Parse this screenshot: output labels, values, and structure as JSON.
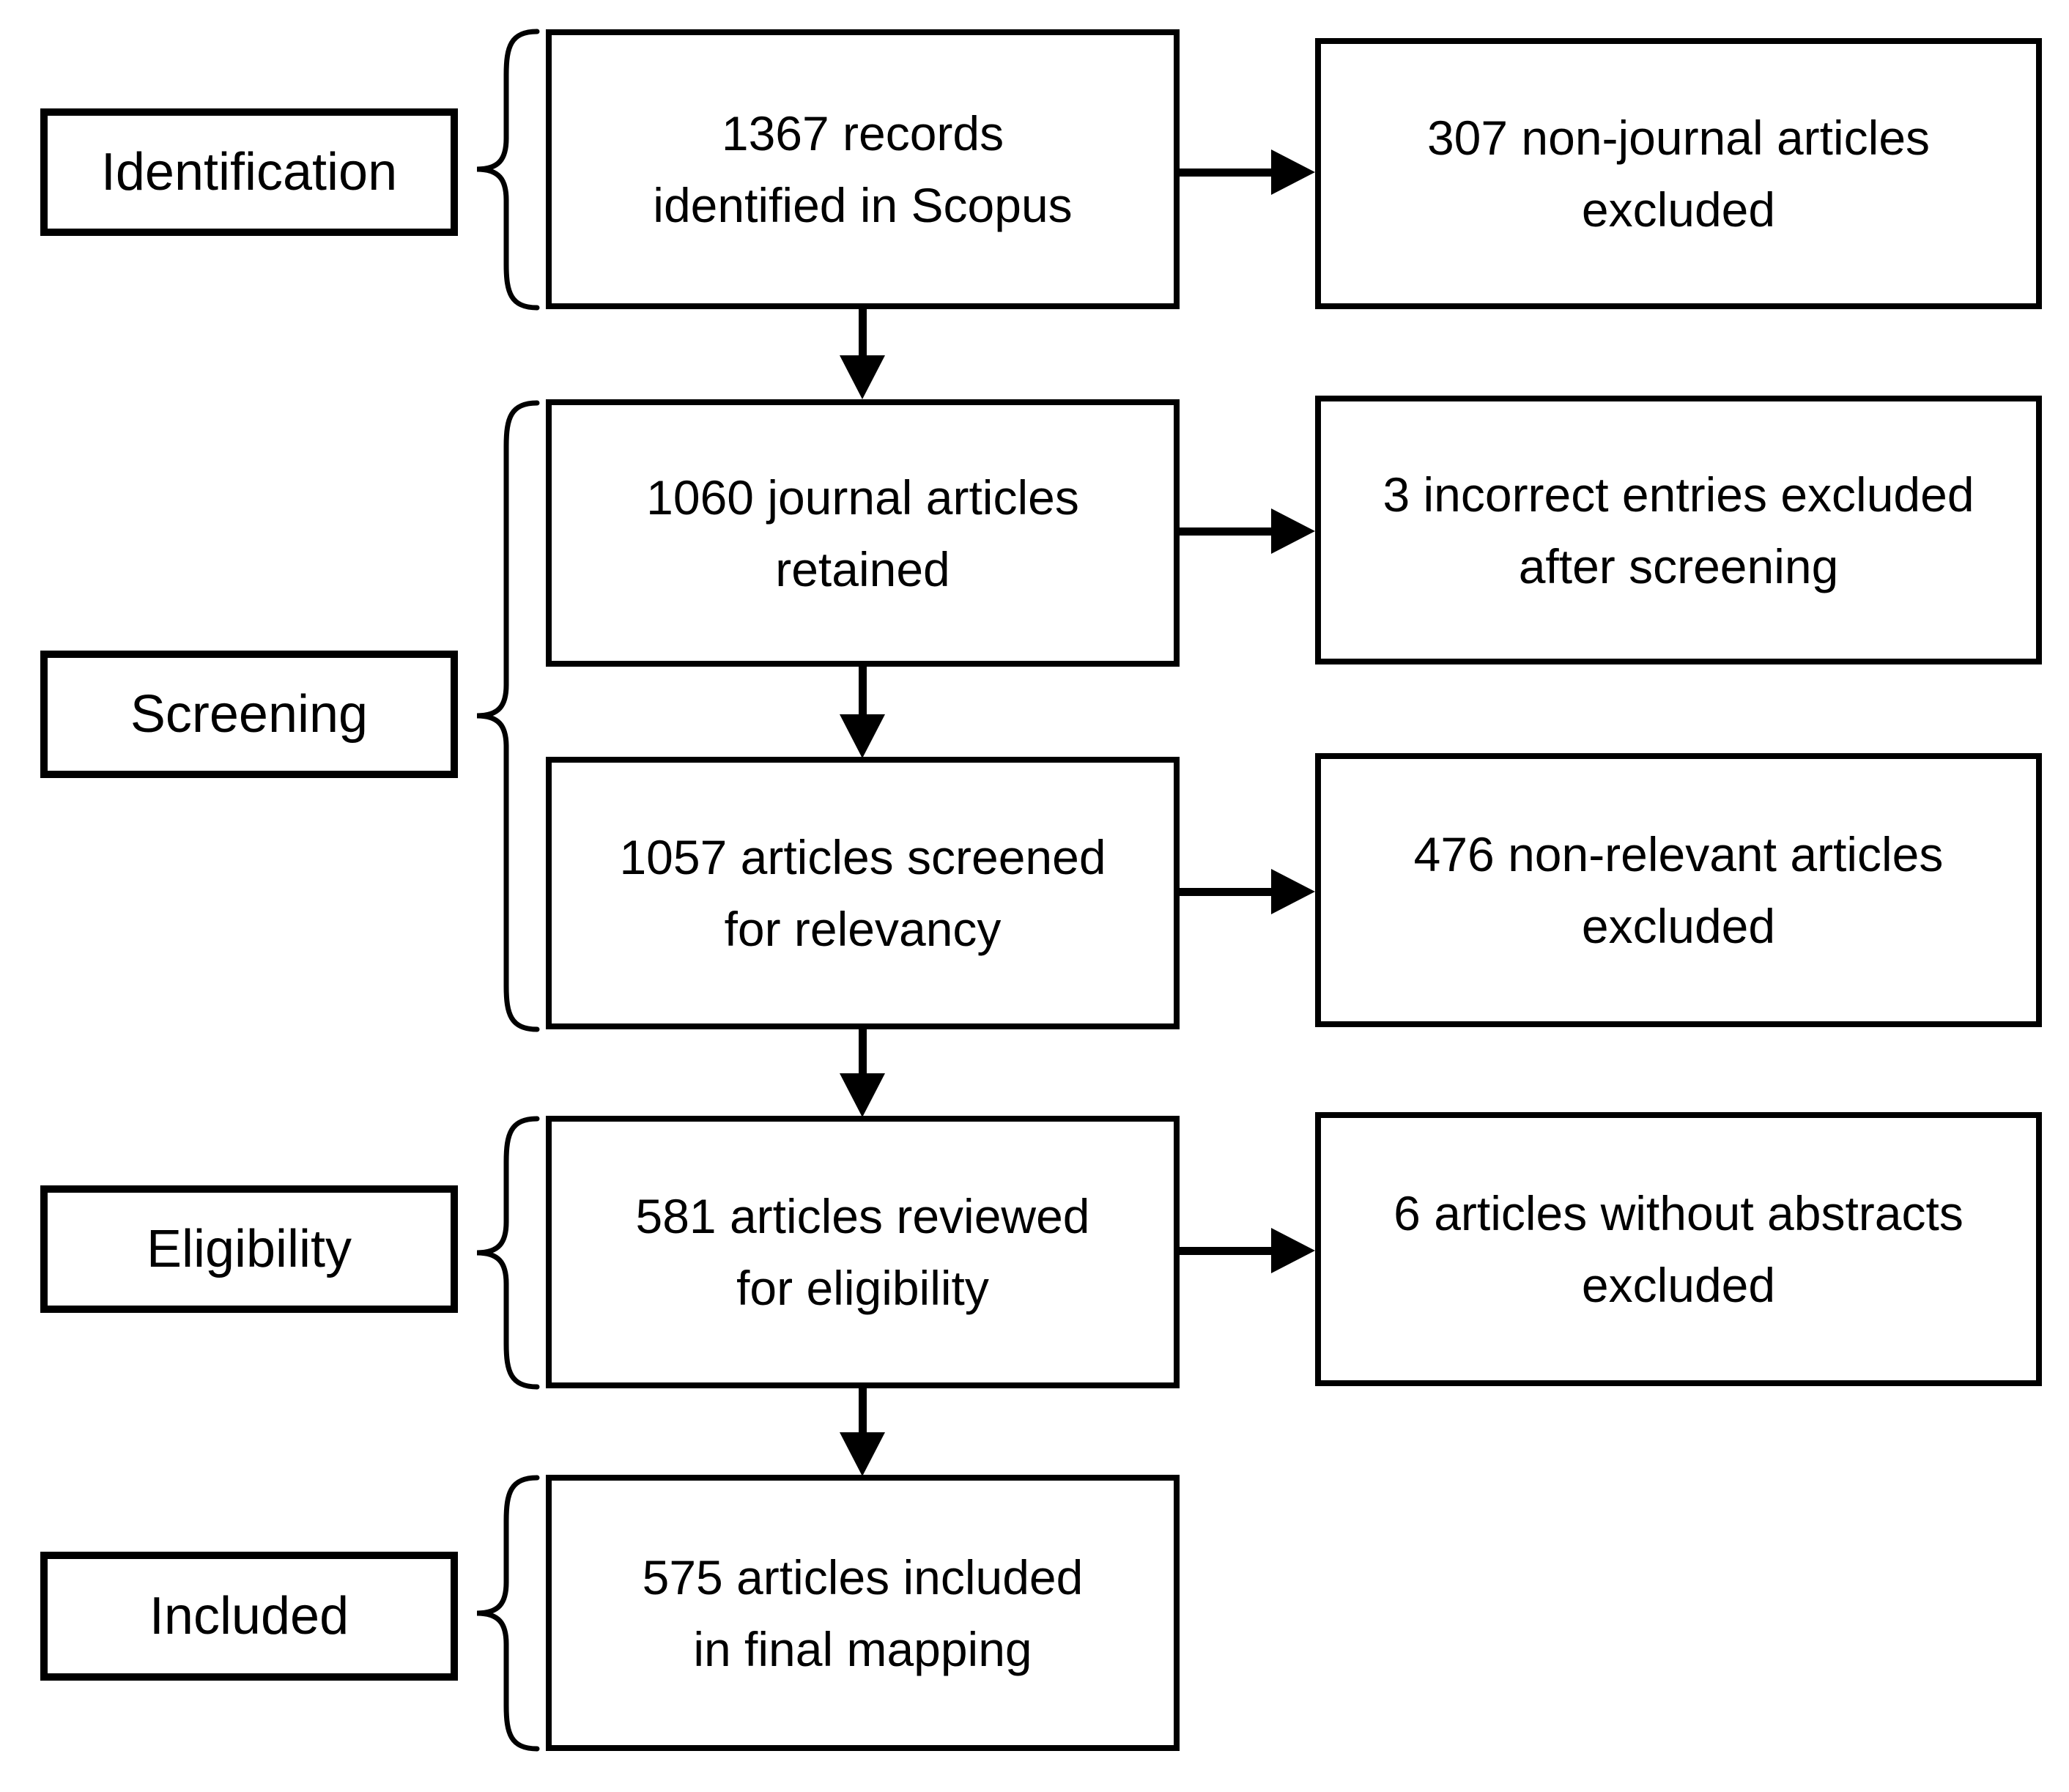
{
  "flowchart": {
    "colors": {
      "line": "#000000",
      "background": "#ffffff",
      "text": "#000000"
    },
    "stages": [
      {
        "label": "Identification"
      },
      {
        "label": "Screening"
      },
      {
        "label": "Eligibility"
      },
      {
        "label": "Included"
      }
    ],
    "process_boxes": [
      {
        "lines": [
          "1367 records",
          "identified in Scopus"
        ]
      },
      {
        "lines": [
          "1060 journal articles",
          "retained"
        ]
      },
      {
        "lines": [
          "1057 articles screened",
          "for relevancy"
        ]
      },
      {
        "lines": [
          "581 articles reviewed",
          "for eligibility"
        ]
      },
      {
        "lines": [
          "575 articles included",
          "in final mapping"
        ]
      }
    ],
    "exclusion_boxes": [
      {
        "lines": [
          "307 non-journal articles",
          "excluded"
        ]
      },
      {
        "lines": [
          "3 incorrect entries excluded",
          "after screening"
        ]
      },
      {
        "lines": [
          "476 non-relevant articles",
          "excluded"
        ]
      },
      {
        "lines": [
          "6 articles without abstracts",
          "excluded"
        ]
      }
    ]
  }
}
